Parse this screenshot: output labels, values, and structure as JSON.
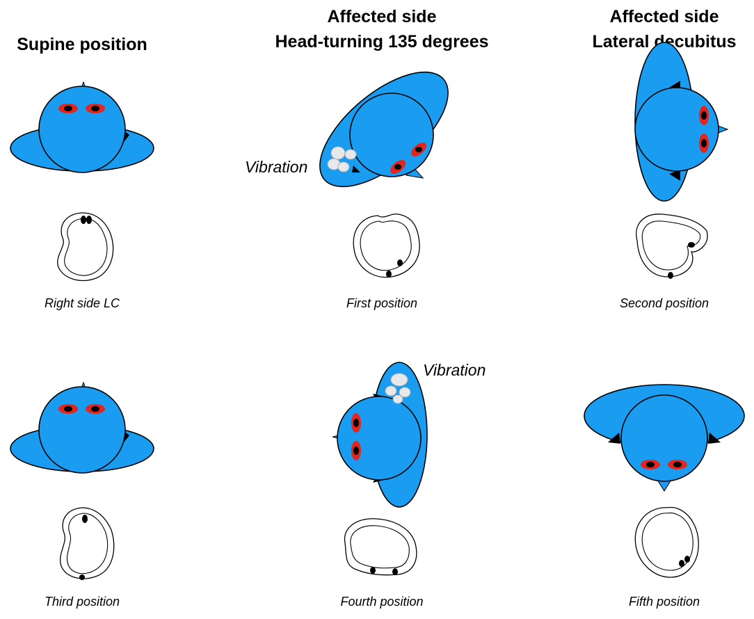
{
  "figure": {
    "headers": {
      "col1": [
        "Supine position"
      ],
      "col2": [
        "Affected side",
        "Head-turning 135 degrees"
      ],
      "col3": [
        "Affected side",
        "Lateral decubitus"
      ]
    },
    "captions": {
      "r1c1": "Right side LC",
      "r1c2": "First position",
      "r1c3": "Second position",
      "r2c1": "Third position",
      "r2c2": "Fourth position",
      "r2c3": "Fifth position"
    },
    "annotations": {
      "vibration_top": "Vibration",
      "vibration_bottom": "Vibration"
    },
    "colors": {
      "body": "#1a9cf0",
      "eye": "#e3261d",
      "pupil": "#000000",
      "device": "#e6e8ea"
    }
  }
}
